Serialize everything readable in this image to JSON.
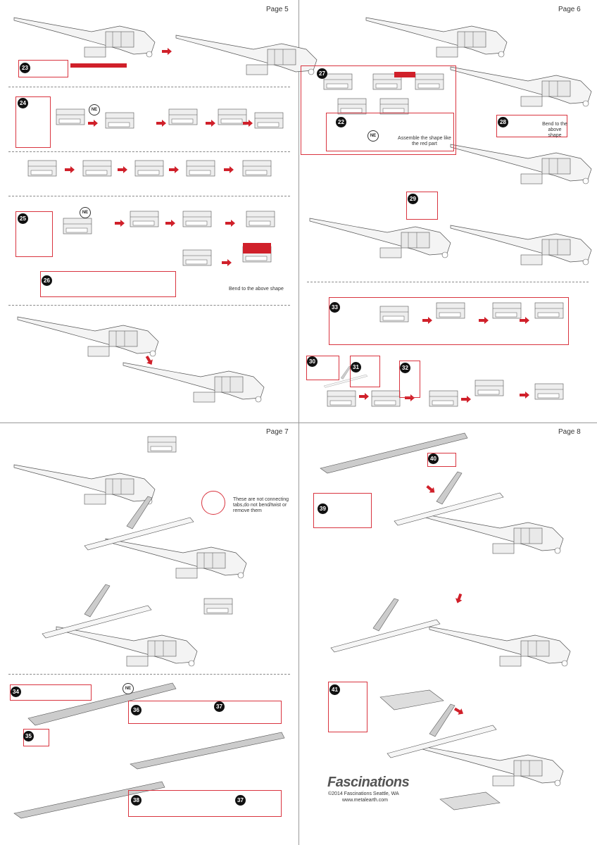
{
  "pages": [
    {
      "label": "Page 5",
      "steps": [
        "23",
        "24",
        "25",
        "26"
      ],
      "notes": {
        "ne1": "NE",
        "ne2": "NE",
        "bend": "Bend to the  above shape"
      }
    },
    {
      "label": "Page 6",
      "steps": [
        "27",
        "22",
        "28",
        "29",
        "33",
        "30",
        "31",
        "32"
      ],
      "notes": {
        "ne": "NE",
        "assemble": "Assemble the shape like the red part",
        "bend": "Bend to the above shape"
      }
    },
    {
      "label": "Page 7",
      "steps": [
        "34",
        "35",
        "36",
        "37",
        "38",
        "37"
      ],
      "notes": {
        "ne": "NE",
        "tabs": "These  are  not connecting tabs,do not bend/twist  or remove them"
      }
    },
    {
      "label": "Page 8",
      "steps": [
        "40",
        "39",
        "41"
      ]
    }
  ],
  "footer": {
    "brand": "Fascinations",
    "copyright": "©2014 Fascinations Seattle, WA",
    "url": "www.metalearth.com"
  },
  "colors": {
    "accent": "#d0202a",
    "marker_blue": "#2a8fd6",
    "marker_yellow": "#e8d23a"
  }
}
